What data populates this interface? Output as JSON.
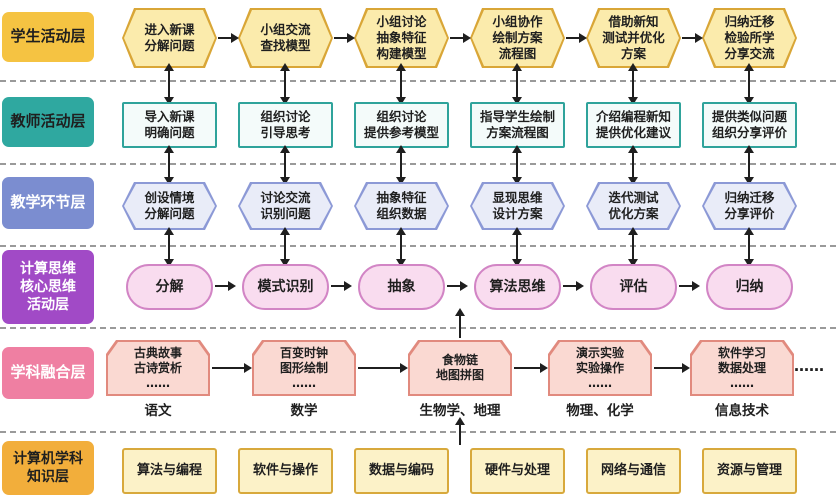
{
  "layers": {
    "student": {
      "label": "学生活动层",
      "items": [
        "进入新课\n分解问题",
        "小组交流\n查找模型",
        "小组讨论\n抽象特征\n构建模型",
        "小组协作\n绘制方案\n流程图",
        "借助新知\n测试并优化\n方案",
        "归纳迁移\n检验所学\n分享交流"
      ]
    },
    "teacher": {
      "label": "教师活动层",
      "items": [
        "导入新课\n明确问题",
        "组织讨论\n引导思考",
        "组织讨论\n提供参考模型",
        "指导学生绘制\n方案流程图",
        "介绍编程新知\n提供优化建议",
        "提供类似问题\n组织分享评价"
      ]
    },
    "process": {
      "label": "教学环节层",
      "items": [
        "创设情境\n分解问题",
        "讨论交流\n识别问题",
        "抽象特征\n组织数据",
        "显现思维\n设计方案",
        "迭代测试\n优化方案",
        "归纳迁移\n分享评价"
      ]
    },
    "thinking": {
      "label": "计算思维\n核心思维\n活动层",
      "items": [
        "分解",
        "模式识别",
        "抽象",
        "算法思维",
        "评估",
        "归纳"
      ]
    },
    "subjects": {
      "label": "学科融合层",
      "items": [
        "古典故事\n古诗赏析\n……",
        "百变时钟\n图形绘制\n……",
        "食物链\n地图拼图",
        "演示实验\n实验操作\n……",
        "软件学习\n数据处理\n……"
      ],
      "captions": [
        "语文",
        "数学",
        "生物学、地理",
        "物理、化学",
        "信息技术"
      ],
      "ellipsis": "……"
    },
    "knowledge": {
      "label": "计算机学科\n知识层",
      "items": [
        "算法与编程",
        "软件与操作",
        "数据与编码",
        "硬件与处理",
        "网络与通信",
        "资源与管理"
      ]
    }
  },
  "colors": {
    "student_label": "#F5C342",
    "student_fill": "#FBEBAC",
    "student_border": "#D9A637",
    "teacher_label": "#2FA8A0",
    "teacher_fill": "#F4FBFA",
    "teacher_border": "#2FA39B",
    "process_label": "#7B8DD0",
    "process_fill": "#E9ECF8",
    "process_border": "#8C99D6",
    "thinking_label": "#A14AC6",
    "thinking_fill": "#F9DCEF",
    "thinking_border": "#D285C5",
    "subjects_label": "#EF7FA2",
    "subjects_fill": "#FAD9D2",
    "subjects_border": "#E18A7E",
    "knowledge_label": "#F2AE3B",
    "knowledge_fill": "#FCF2C8",
    "knowledge_border": "#D8A93C",
    "arrow": "#1f1f1f",
    "divider": "#9a9a9a"
  }
}
